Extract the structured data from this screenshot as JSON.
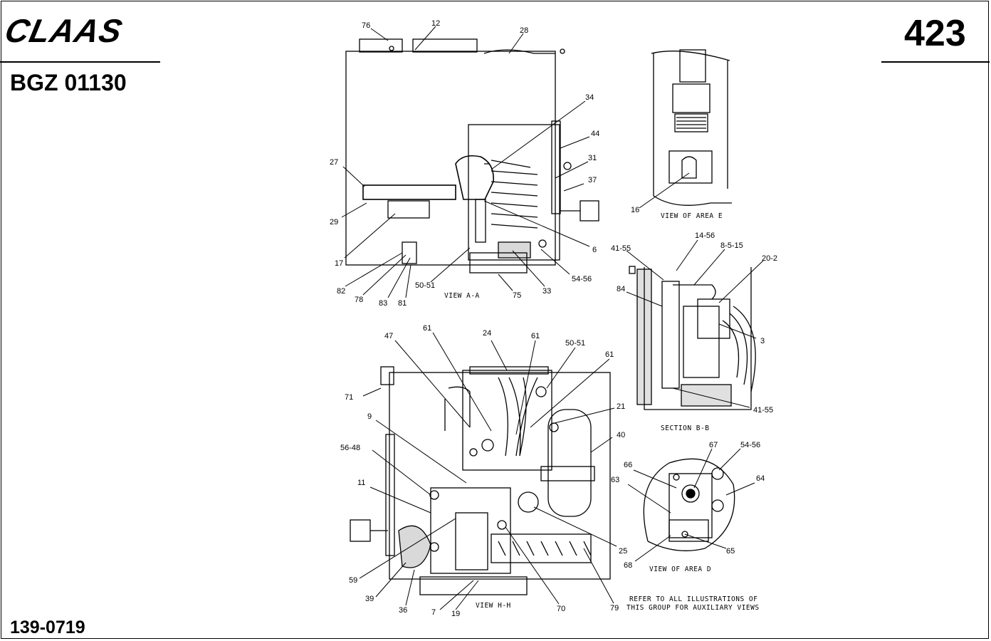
{
  "header": {
    "brand": "CLAAS",
    "document_code": "BGZ 01130",
    "page_number": "423"
  },
  "footer": {
    "figure_number": "139-0719"
  },
  "views": {
    "view_a_a": {
      "caption": "VIEW A-A",
      "callouts": [
        "76",
        "12",
        "28",
        "34",
        "44",
        "31",
        "37",
        "27",
        "29",
        "17",
        "6",
        "54-56",
        "82",
        "78",
        "83",
        "81",
        "50-51",
        "75",
        "33"
      ]
    },
    "view_area_e": {
      "caption": "VIEW OF AREA E",
      "callouts": [
        "16"
      ]
    },
    "section_b_b": {
      "caption": "SECTION B-B",
      "callouts": [
        "41-55",
        "14-56",
        "8-5-15",
        "20-2",
        "84",
        "3",
        "41-55"
      ]
    },
    "view_h_h": {
      "caption": "VIEW H-H",
      "callouts": [
        "47",
        "61",
        "24",
        "61",
        "50-51",
        "61",
        "71",
        "21",
        "40",
        "9",
        "56-48",
        "11",
        "25",
        "59",
        "39",
        "36",
        "7",
        "19",
        "70",
        "79"
      ]
    },
    "view_area_d": {
      "caption": "VIEW OF AREA D",
      "callouts": [
        "67",
        "54-56",
        "66",
        "63",
        "64",
        "65",
        "68"
      ]
    }
  },
  "note": {
    "line1": "REFER TO ALL ILLUSTRATIONS OF",
    "line2": "THIS GROUP FOR AUXILIARY VIEWS"
  },
  "colors": {
    "ink": "#000000",
    "paper": "#ffffff"
  }
}
